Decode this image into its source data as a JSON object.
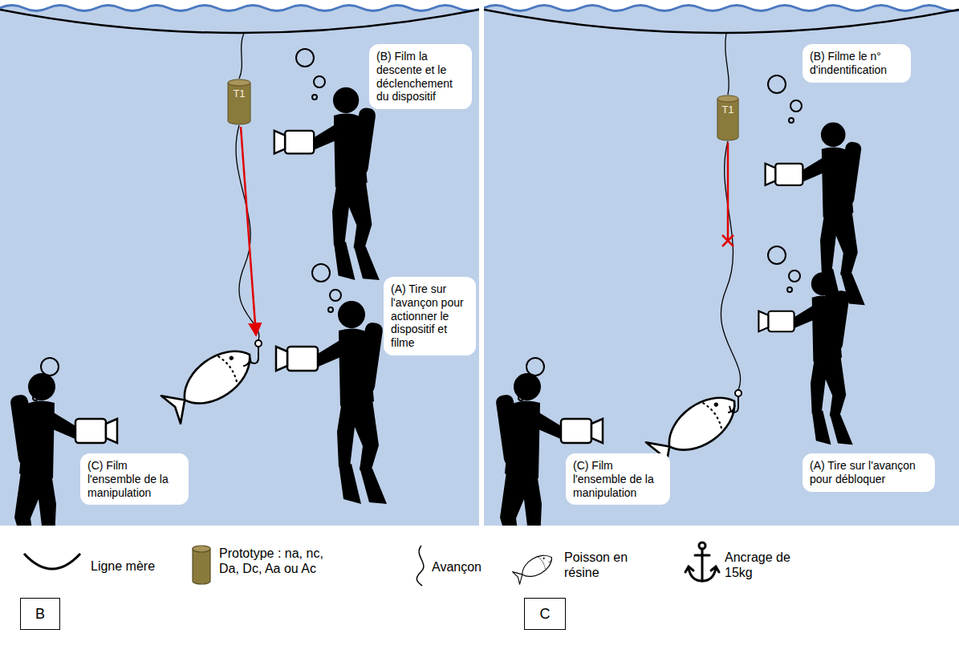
{
  "diagram": {
    "nodes": [
      {
        "text": [
          "T1"
        ]
      },
      {
        "text": [
          "(B) Film la descente et le déclenchement du dispositif"
        ]
      },
      {
        "text": [
          "(A) Tire sur l'avançon pour actionner le dispositif et filme"
        ]
      },
      {
        "text": [
          "(C) Film l'ensemble de la manipulation"
        ]
      },
      {
        "text": [
          "T1"
        ]
      },
      {
        "text": [
          "(B) Filme le n° d'indentification"
        ]
      },
      {
        "text": [
          "(C) Film l'ensemble de la manipulation"
        ]
      },
      {
        "text": [
          "(A) Tire sur l'avançon pour débloquer"
        ]
      },
      {
        "text": [
          "B"
        ]
      },
      {
        "text": [
          "C"
        ]
      }
    ],
    "legend": [
      {
        "text": "Ligne mère"
      },
      {
        "text": "Prototype : na, nc, Da, Dc, Aa ou Ac"
      },
      {
        "text": "Avançon"
      },
      {
        "text": "Poisson en résine"
      },
      {
        "text": "Ancrage de 15kg"
      }
    ]
  }
}
